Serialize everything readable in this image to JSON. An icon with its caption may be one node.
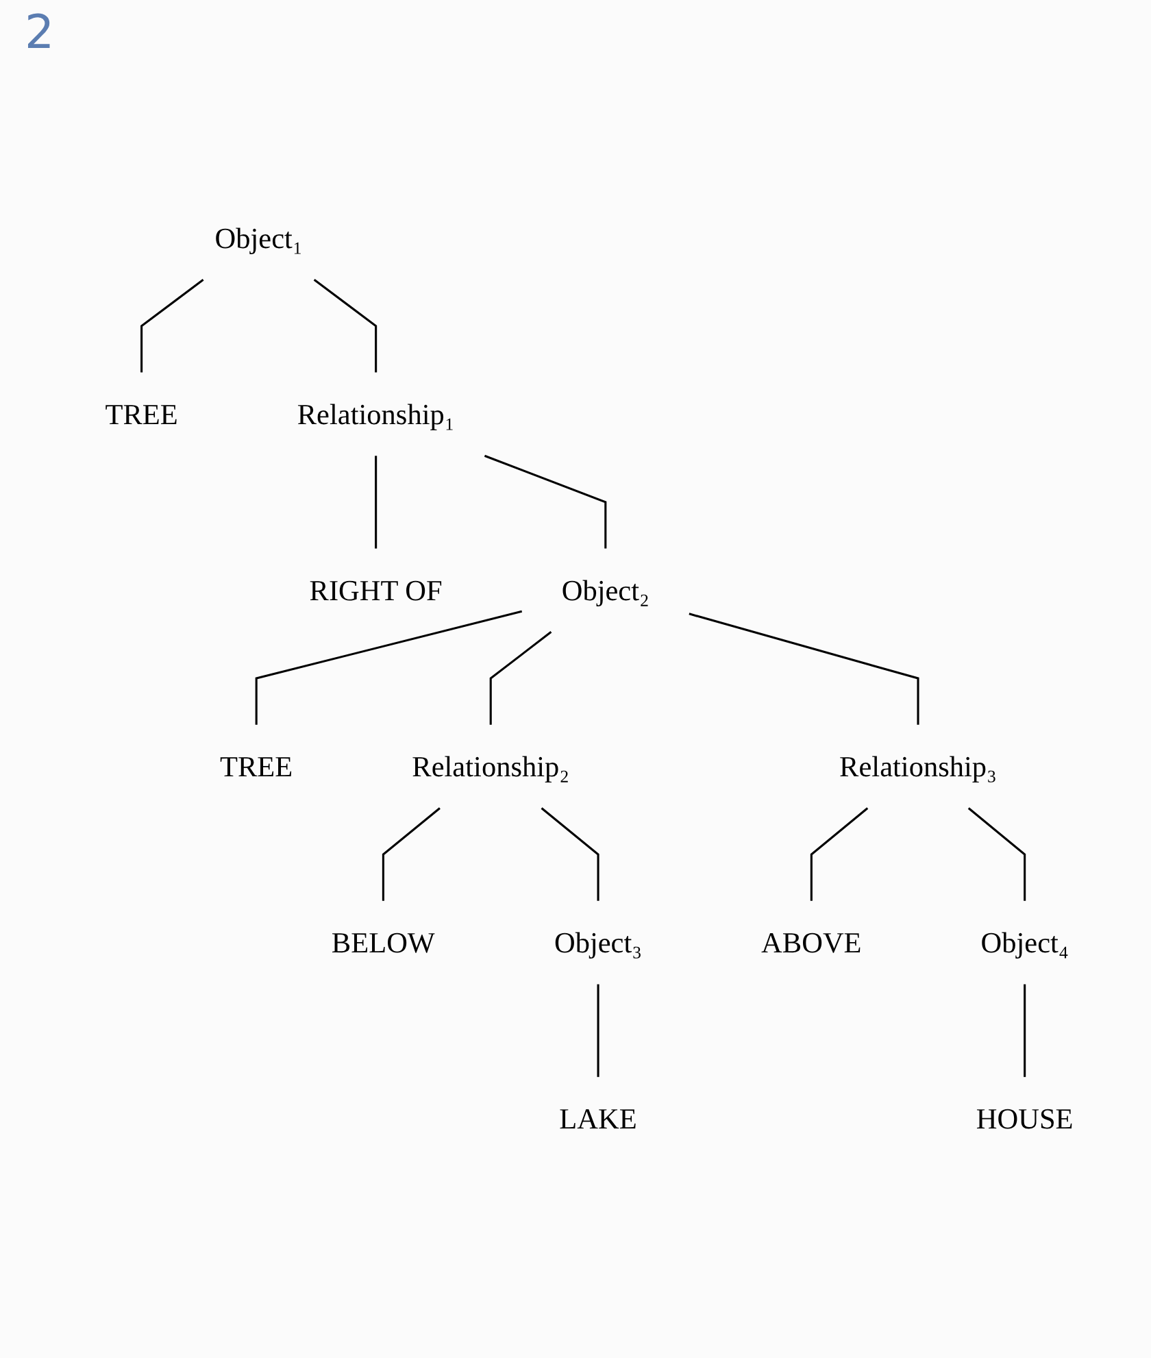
{
  "diagram": {
    "nodes": [
      {
        "text": [
          "Object₁"
        ]
      },
      {
        "text": [
          "TREE"
        ]
      },
      {
        "text": [
          "Relationship₁"
        ]
      },
      {
        "text": [
          "RIGHT OF"
        ]
      },
      {
        "text": [
          "Object₂"
        ]
      },
      {
        "text": [
          "TREE"
        ]
      },
      {
        "text": [
          "Relationship₂"
        ]
      },
      {
        "text": [
          "Relationship₃"
        ]
      },
      {
        "text": [
          "BELOW"
        ]
      },
      {
        "text": [
          "Object₃"
        ]
      },
      {
        "text": [
          "ABOVE"
        ]
      },
      {
        "text": [
          "Object₄"
        ]
      },
      {
        "text": [
          "LAKE"
        ]
      },
      {
        "text": [
          "HOUSE"
        ]
      }
    ],
    "edges": [
      {
        "from": 0,
        "to": 1,
        "arrow": "none"
      },
      {
        "from": 0,
        "to": 2,
        "arrow": "none"
      },
      {
        "from": 2,
        "to": 3,
        "arrow": "none"
      },
      {
        "from": 2,
        "to": 4,
        "arrow": "none"
      },
      {
        "from": 4,
        "to": 5,
        "arrow": "none"
      },
      {
        "from": 4,
        "to": 6,
        "arrow": "none"
      },
      {
        "from": 4,
        "to": 7,
        "arrow": "none"
      },
      {
        "from": 6,
        "to": 8,
        "arrow": "none"
      },
      {
        "from": 6,
        "to": 9,
        "arrow": "none"
      },
      {
        "from": 7,
        "to": 10,
        "arrow": "none"
      },
      {
        "from": 7,
        "to": 11,
        "arrow": "none"
      },
      {
        "from": 9,
        "to": 12,
        "arrow": "none"
      },
      {
        "from": 11,
        "to": 13,
        "arrow": "none"
      }
    ],
    "labels": [
      "2"
    ]
  }
}
